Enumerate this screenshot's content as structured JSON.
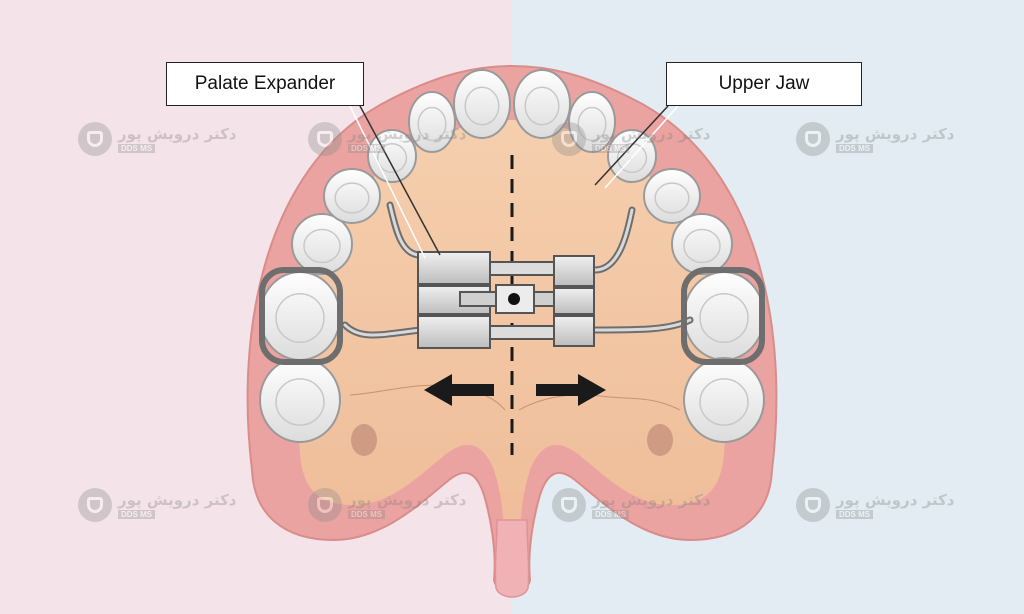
{
  "colors": {
    "background_left": "#f4e4ea",
    "background_right": "#e2ecf2",
    "gum": "#eaa3a0",
    "palate": "#f2c6a4",
    "tooth": "#f5f5f5",
    "tooth_outline": "#9a9a9a",
    "appliance": "#c9c9c9",
    "arrow": "#1a1a1a",
    "midline": "#1a1a1a"
  },
  "labels": {
    "palate_expander": "Palate Expander",
    "upper_jaw": "Upper Jaw"
  },
  "watermark": {
    "name": "دکتر درویش پور",
    "sub": "DDS MS"
  },
  "icons": {
    "left_arrow": "arrow-left-icon",
    "right_arrow": "arrow-right-icon",
    "watermark_logo": "tooth-logo-icon"
  }
}
